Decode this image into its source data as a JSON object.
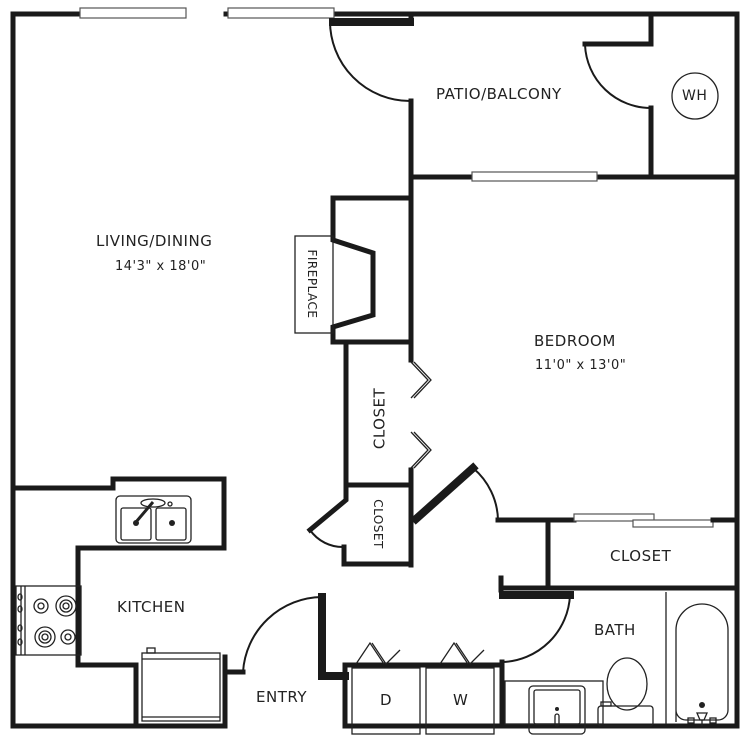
{
  "floorplan": {
    "rooms": {
      "living": {
        "name": "LIVING/DINING",
        "dimensions": "14'3\" x 18'0\""
      },
      "patio": {
        "name": "PATIO/BALCONY"
      },
      "water_heater": {
        "label": "WH"
      },
      "bedroom": {
        "name": "BEDROOM",
        "dimensions": "11'0\" x 13'0\""
      },
      "fireplace": {
        "label": "FIREPLACE"
      },
      "closet_bedroom_left": {
        "label": "CLOSET"
      },
      "closet_small": {
        "label": "CLOSET"
      },
      "closet_bedroom_right": {
        "label": "CLOSET"
      },
      "kitchen": {
        "name": "KITCHEN"
      },
      "entry": {
        "name": "ENTRY"
      },
      "bath": {
        "name": "BATH"
      }
    },
    "appliances": {
      "dryer": {
        "label": "D"
      },
      "washer": {
        "label": "W"
      },
      "range": {
        "icon": "stove-icon"
      },
      "sink": {
        "icon": "kitchen-sink-icon"
      },
      "refrigerator": {
        "icon": "refrigerator-icon"
      },
      "toilet": {
        "icon": "toilet-icon"
      },
      "vanity": {
        "icon": "bath-sink-icon"
      },
      "tub": {
        "icon": "bathtub-icon"
      }
    },
    "colors": {
      "wall": "#1a1a1a",
      "background": "#ffffff",
      "fixture": "#222222"
    }
  }
}
